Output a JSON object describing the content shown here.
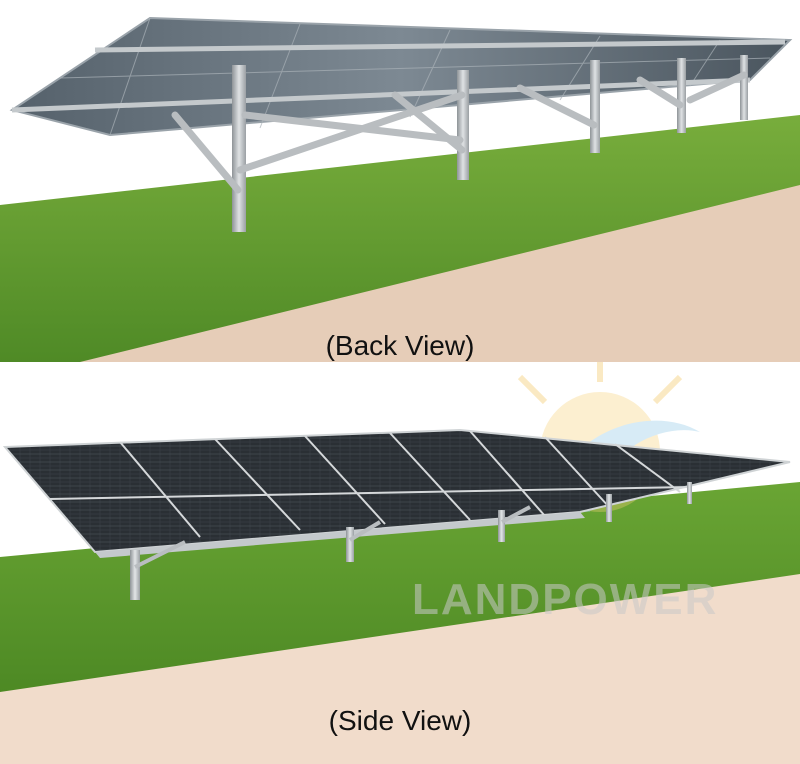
{
  "back_view": {
    "caption": "(Back View)"
  },
  "side_view": {
    "caption": "(Side View)",
    "watermark": "LANDPOWER"
  },
  "colors": {
    "grass": "#5e9a2f",
    "ground": "#e6cdb8",
    "steel": "#b9bdc0",
    "panel_cell": "#2e3338",
    "panel_frame": "#c9ccce"
  }
}
